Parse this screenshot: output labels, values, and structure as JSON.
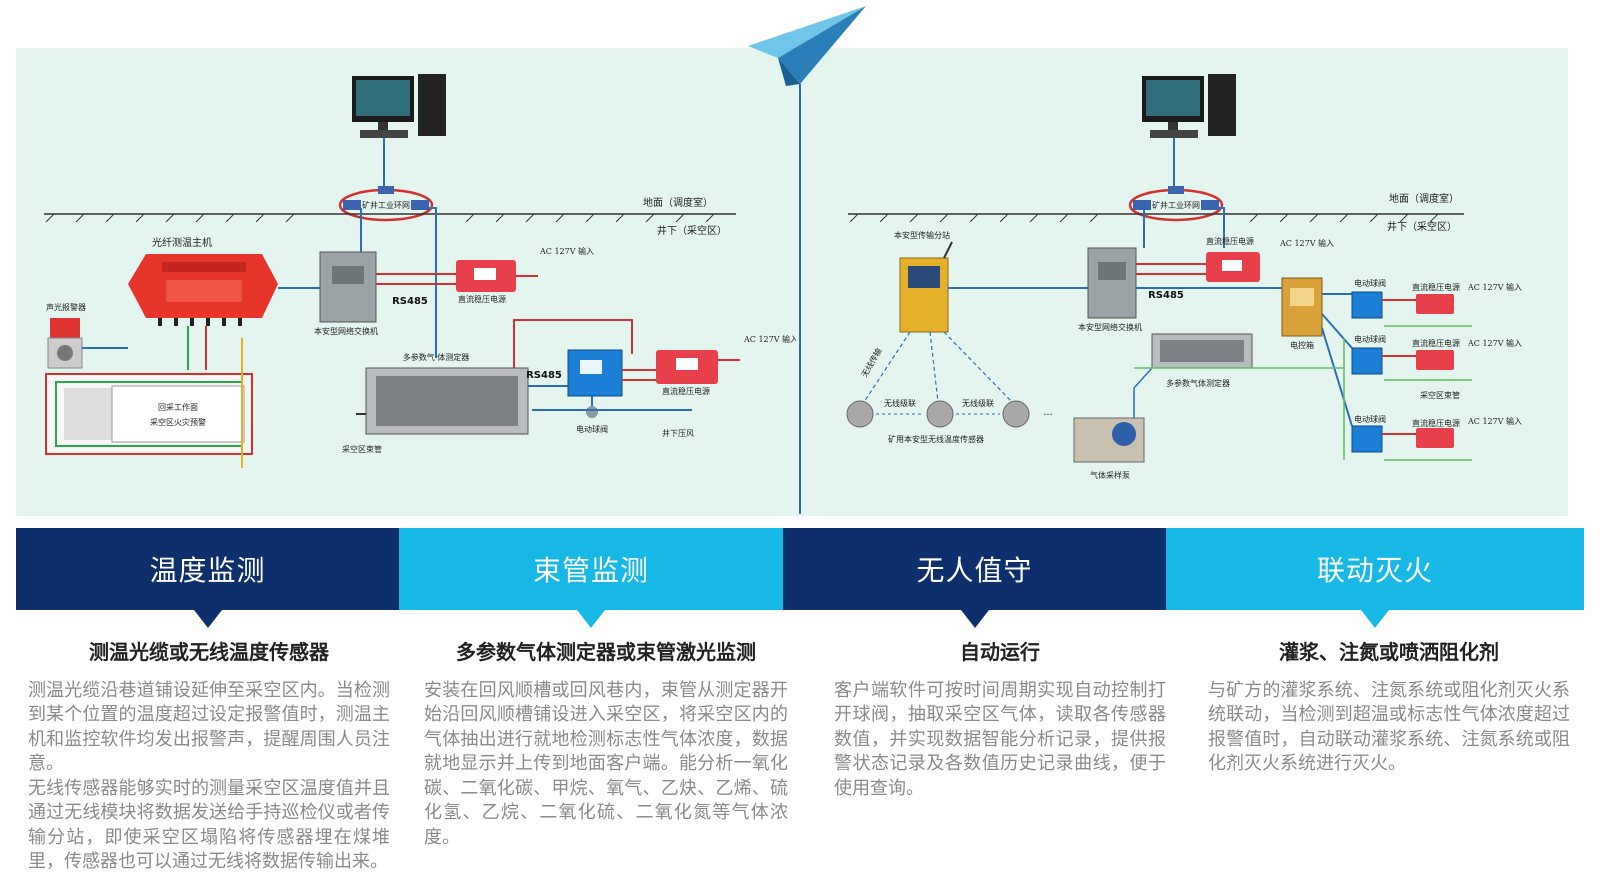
{
  "colors": {
    "navy": "#0d2f6b",
    "cyan": "#18b8e6",
    "panel": "#e4f5ef"
  },
  "left_diagram": {
    "ring_label": "矿井工业环网",
    "surface_label": "地面（调度室）",
    "underground_label": "井下（采空区）",
    "host_label": "光纤测温主机",
    "alarm_label": "声光报警器",
    "switch_label": "本安型网络交换机",
    "rs485_a": "RS485",
    "rs485_b": "RS485",
    "psu_label_a": "直流稳压电源",
    "psu_label_b": "直流稳压电源",
    "ac_a": "AC 127V 输入",
    "ac_b": "AC 127V 输入",
    "gas_label": "多参数气 体测定器",
    "valve_label": "电动球阀",
    "pressure_label": "井下压风",
    "tube_label": "采空区束管",
    "face_label_1": "回采工作面",
    "face_label_2": "采空区火灾预警"
  },
  "right_diagram": {
    "ring_label": "矿井工业环网",
    "surface_label": "地面（调度室）",
    "underground_label": "井下（采空区）",
    "station_label": "本安型传输分站",
    "switch_label": "本安型网络交换机",
    "psu_label": "直流稳压电源",
    "ac_label": "AC 127V 输入",
    "rs485": "RS485",
    "cabinet_label": "电控箱",
    "gas_label": "多参数气体测定器",
    "pump_label": "气体采样泵",
    "wireless_label": "无线传输",
    "cascade_1": "无线级联",
    "cascade_2": "无线级联",
    "ellipsis": "···",
    "sensor_label": "矿用本安型无线温度传感器",
    "tube_label": "采空区束管",
    "valve_small": [
      "电动球阀",
      "电动球阀",
      "电动球阀"
    ],
    "psu_small": [
      "直流稳压电源",
      "直流稳压电源",
      "直流稳压电源"
    ],
    "ac_small": [
      "AC 127V 输入",
      "AC 127V 输入",
      "AC 127V 输入"
    ]
  },
  "tabs": [
    {
      "label": "温度监测",
      "color": "#0d2f6b"
    },
    {
      "label": "束管监测",
      "color": "#18b8e6"
    },
    {
      "label": "无人值守",
      "color": "#0d2f6b"
    },
    {
      "label": "联动灭火",
      "color": "#18b8e6"
    }
  ],
  "columns": [
    {
      "title": "测温光缆或无线温度传感器",
      "body": "测温光缆沿巷道铺设延伸至采空区内。当检测到某个位置的温度超过设定报警值时，测温主机和监控软件均发出报警声，提醒周围人员注意。\n无线传感器能够实时的测量采空区温度值并且通过无线模块将数据发送给手持巡检仪或者传输分站，即使采空区塌陷将传感器埋在煤堆里，传感器也可以通过无线将数据传输出来。"
    },
    {
      "title": "多参数气体测定器或束管激光监测",
      "body": "安装在回风顺槽或回风巷内，束管从测定器开始沿回风顺槽铺设进入采空区，将采空区内的气体抽出进行就地检测标志性气体浓度，数据就地显示并上传到地面客户端。能分析一氧化碳、二氧化碳、甲烷、氧气、乙炔、乙烯、硫化氢、乙烷、二氧化硫、二氧化氮等气体浓度。"
    },
    {
      "title": "自动运行",
      "body": "客户端软件可按时间周期实现自动控制打开球阀，抽取采空区气体，读取各传感器数值，并实现数据智能分析记录，提供报警状态记录及各数值历史记录曲线，便于使用查询。"
    },
    {
      "title": "灌浆、注氮或喷洒阻化剂",
      "body": "与矿方的灌浆系统、注氮系统或阻化剂灭火系统联动，当检测到超温或标志性气体浓度超过报警值时，自动联动灌浆系统、注氮系统或阻化剂灭火系统进行灭火。"
    }
  ]
}
